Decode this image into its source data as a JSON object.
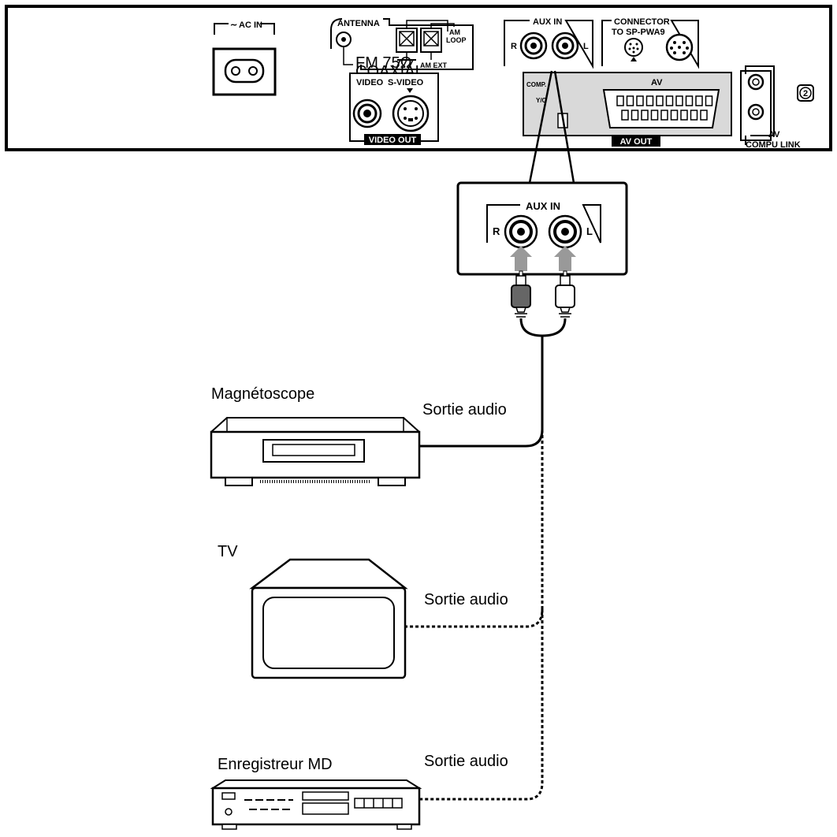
{
  "panel": {
    "ac_in": "AC IN",
    "antenna": "ANTENNA",
    "fm_75": "FM 75Ω",
    "coaxial": "COAXIAL",
    "am_loop_1": "AM",
    "am_loop_2": "LOOP",
    "am_ext": "AM EXT",
    "video": "VIDEO",
    "s_video": "S-VIDEO",
    "video_out": "VIDEO OUT",
    "aux_in": "AUX IN",
    "aux_r": "R",
    "aux_l": "L",
    "connector_1": "CONNECTOR",
    "connector_2": "TO SP-PWA9",
    "comp": "COMP.",
    "yc": "Y/C",
    "av": "AV",
    "av_out": "AV OUT",
    "av_compu_1": "AV",
    "av_compu_2": "COMPU LINK",
    "badge": "2"
  },
  "zoom": {
    "aux_in": "AUX IN",
    "r": "R",
    "l": "L"
  },
  "devices": {
    "vcr": {
      "label": "Magnétoscope",
      "output": "Sortie audio"
    },
    "tv": {
      "label": "TV",
      "output": "Sortie audio"
    },
    "md": {
      "label": "Enregistreur MD",
      "output": "Sortie audio"
    }
  }
}
